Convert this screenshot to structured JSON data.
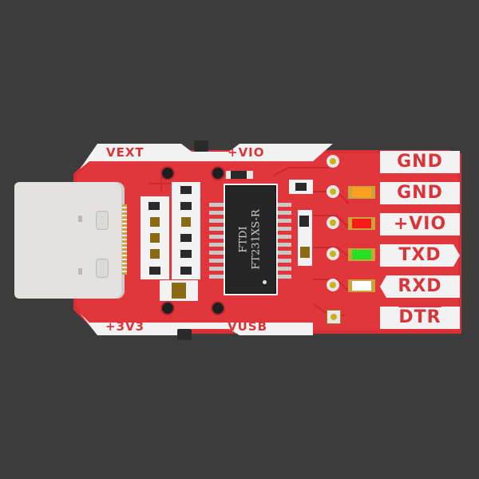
{
  "board": {
    "top_labels": [
      "VEXT",
      "+VIO"
    ],
    "bottom_labels": [
      "+3V3",
      "VUSB"
    ],
    "chip": {
      "maker": "FTDI",
      "part": "FT231XS-R"
    },
    "header_pins": [
      {
        "label": "GND",
        "led": null
      },
      {
        "label": "GND",
        "led": "#ffa020"
      },
      {
        "label": "+VIO",
        "led": "#ff1a1a"
      },
      {
        "label": "TXD",
        "led": "#22e022"
      },
      {
        "label": "RXD",
        "led": "#ffffff"
      },
      {
        "label": "DTR",
        "led": null
      }
    ],
    "colors": {
      "pcb": "#e0343a",
      "silk": "#f2f2f2",
      "background": "#3c3c3c"
    }
  }
}
